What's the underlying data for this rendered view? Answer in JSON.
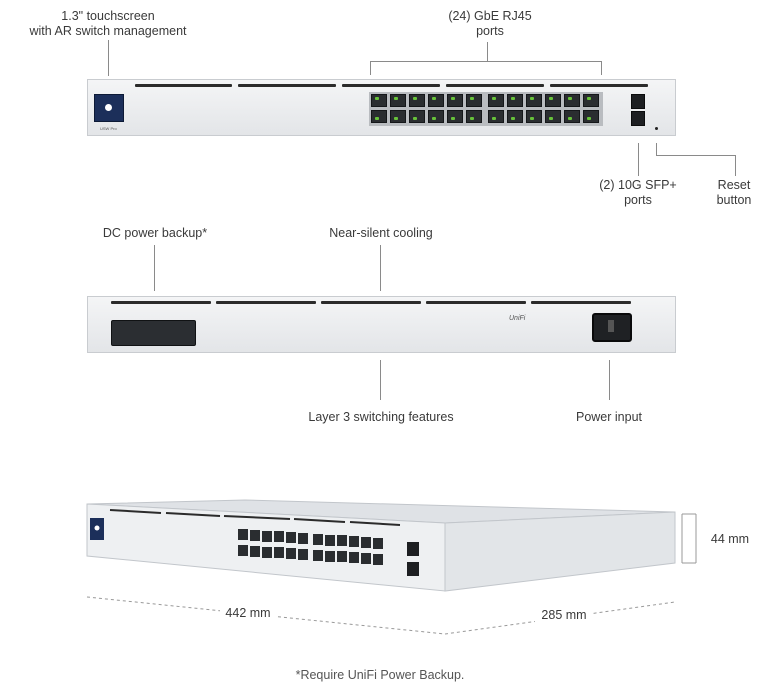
{
  "callouts": {
    "touchscreen": "1.3\" touchscreen\nwith AR switch management",
    "gbe_ports": "(24) GbE RJ45\nports",
    "sfp_ports": "(2) 10G SFP+\nports",
    "reset": "Reset\nbutton",
    "dc_power": "DC power backup*",
    "cooling": "Near-silent cooling",
    "layer3": "Layer 3 switching features",
    "power_input": "Power input"
  },
  "dimensions": {
    "width": "442 mm",
    "depth": "285 mm",
    "height": "44 mm"
  },
  "device": {
    "model_label": "USW Pro",
    "brand": "UniFi"
  },
  "footnote": "*Require UniFi Power Backup.",
  "colors": {
    "panel": "#eceef0",
    "port": "#2a2d30",
    "led": "#67c23a",
    "callout_line": "#8a8a8a"
  }
}
